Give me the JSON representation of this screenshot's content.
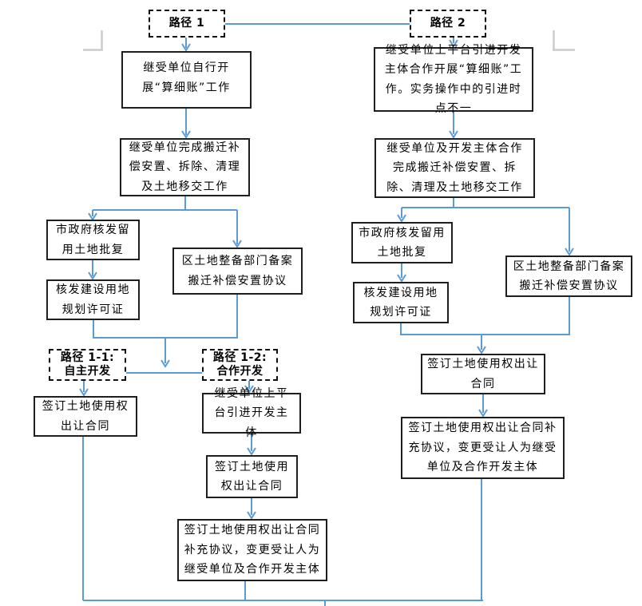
{
  "diagram": {
    "type": "flowchart",
    "colors": {
      "line_blue": "#5B9BD5",
      "box_border": "#1f1f1f",
      "corner_mark_gray": "#cccccc",
      "background": "#ffffff",
      "text": "#000000"
    },
    "nodes": {
      "path1": "路径 1",
      "path2": "路径 2",
      "p1_step1": "继受单位自行开展“算细账”工作",
      "p1_step2": "继受单位完成搬迁补偿安置、拆除、清理及土地移交工作",
      "p1_gov_approval": "市政府核发留用土地批复",
      "p1_record": "区土地整备部门备案搬迁补偿安置协议",
      "p1_permit": "核发建设用地规划许可证",
      "path11": "路径 1-1:\n自主开发",
      "path12": "路径 1-2:\n合作开发",
      "p11_contract": "签订土地使用权出让合同",
      "p12_platform": "继受单位上平台引进开发主体",
      "p12_contract": "签订土地使用权出让合同",
      "p12_supplement": "签订土地使用权出让合同补充协议，变更受让人为继受单位及合作开发主体",
      "p2_step1": "继受单位上平台引进开发主体合作开展“算细账”工作。实务操作中的引进时点不一",
      "p2_step2": "继受单位及开发主体合作完成搬迁补偿安置、拆除、清理及土地移交工作",
      "p2_gov_approval": "市政府核发留用土地批复",
      "p2_record": "区土地整备部门备案搬迁补偿安置协议",
      "p2_permit": "核发建设用地规划许可证",
      "p2_contract": "签订土地使用权出让合同",
      "p2_supplement": "签订土地使用权出让合同补充协议，变更受让人为继受单位及合作开发主体"
    }
  }
}
